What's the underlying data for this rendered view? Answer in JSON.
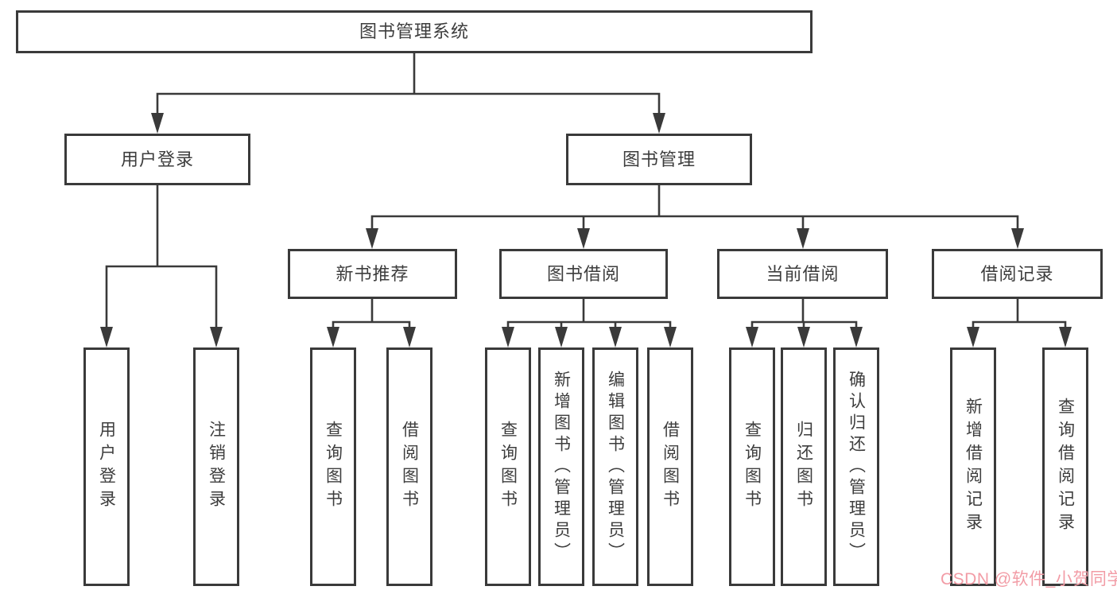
{
  "tree": {
    "root": {
      "label": "图书管理系统",
      "children": [
        {
          "label": "用户登录",
          "children": [
            {
              "label": "用户登录"
            },
            {
              "label": "注销登录"
            }
          ]
        },
        {
          "label": "图书管理",
          "children": [
            {
              "label": "新书推荐",
              "children": [
                {
                  "label": "查询图书"
                },
                {
                  "label": "借阅图书"
                }
              ]
            },
            {
              "label": "图书借阅",
              "children": [
                {
                  "label": "查询图书"
                },
                {
                  "label": "新增图书（管理员）"
                },
                {
                  "label": "编辑图书（管理员）"
                },
                {
                  "label": "借阅图书"
                }
              ]
            },
            {
              "label": "当前借阅",
              "children": [
                {
                  "label": "查询图书"
                },
                {
                  "label": "归还图书"
                },
                {
                  "label": "确认归还（管理员）"
                }
              ]
            },
            {
              "label": "借阅记录",
              "children": [
                {
                  "label": "新增借阅记录"
                },
                {
                  "label": "查询借阅记录"
                }
              ]
            }
          ]
        }
      ]
    }
  },
  "watermark": {
    "text": "CSDN @软件_小贺同学"
  },
  "colors": {
    "line": "#3a3a3a",
    "box_border": "#3a3a3a",
    "text": "#3d3d3d",
    "watermark_pink": "#f29ca6",
    "background": "#ffffff"
  }
}
